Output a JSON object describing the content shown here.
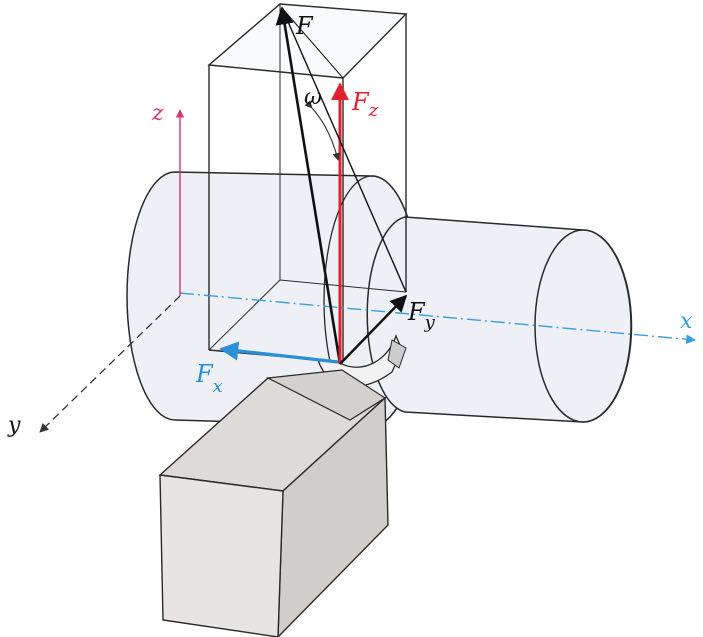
{
  "labels": {
    "force": "F",
    "angle": "ω",
    "fz_main": "F",
    "fz_sub": "z",
    "fy_main": "F",
    "fy_sub": "y",
    "fx_main": "F",
    "fx_sub": "x",
    "axis_z": "z",
    "axis_x": "x",
    "axis_y": "y"
  },
  "colors": {
    "force": "#111111",
    "fz": "#e0202c",
    "fx": "#2a8fd6",
    "axis_z": "#d4386a",
    "axis_x": "#3a9fe0",
    "outline": "#2a2a2a",
    "body_fill": "#eef0f6",
    "tool_fill": "#e4e3e1"
  }
}
